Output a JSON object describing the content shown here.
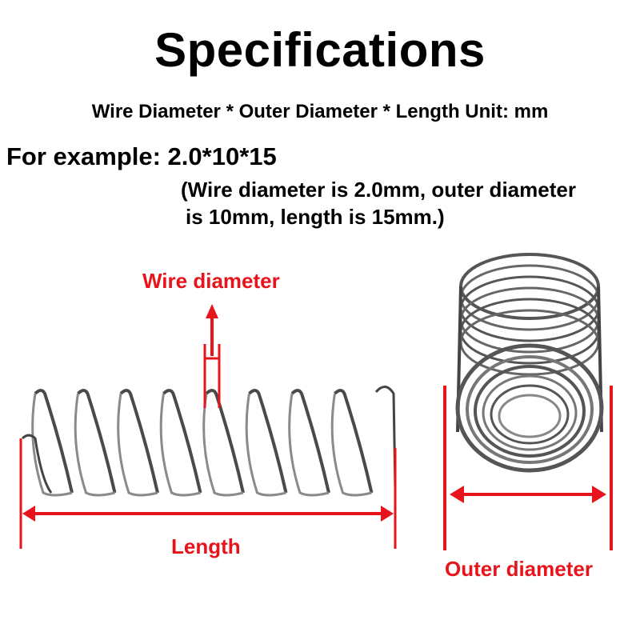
{
  "header": {
    "title": "Specifications",
    "subtitle": "Wire Diameter * Outer Diameter * Length Unit: mm"
  },
  "example": {
    "line": "For example: 2.0*10*15",
    "note_line1": "(Wire diameter is 2.0mm, outer diameter",
    "note_line2": "is 10mm, length is 15mm.)"
  },
  "labels": {
    "wire_diameter": "Wire diameter",
    "length": "Length",
    "outer_diameter": "Outer diameter"
  },
  "colors": {
    "annotation_red": "#e8141b",
    "spring_steel": "#6e6e6e",
    "text": "#000000"
  },
  "icons": {
    "side_spring": "compression-spring-side-view",
    "end_spring": "compression-spring-end-view"
  }
}
